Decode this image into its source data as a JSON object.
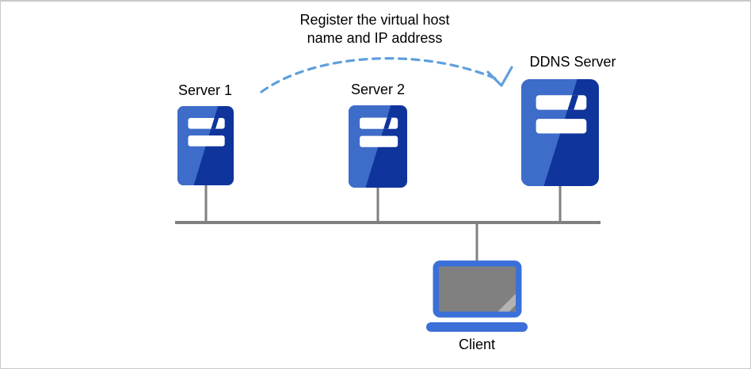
{
  "annotation": {
    "line1": "Register the virtual host",
    "line2": "name and IP address"
  },
  "nodes": {
    "server1": {
      "label": "Server 1"
    },
    "server2": {
      "label": "Server 2"
    },
    "ddns": {
      "label": "DDNS Server"
    },
    "client": {
      "label": "Client"
    }
  },
  "colors": {
    "server_light": "#3E6CC9",
    "server_dark": "#0F349C",
    "server_slot": "#FFFFFF",
    "laptop_frame": "#3B70D8",
    "laptop_screen": "#808080",
    "screen_shine": "#B3B3B3",
    "connector": "#808080",
    "arrow": "#5F9FDC",
    "background": "#FFFFFF"
  }
}
